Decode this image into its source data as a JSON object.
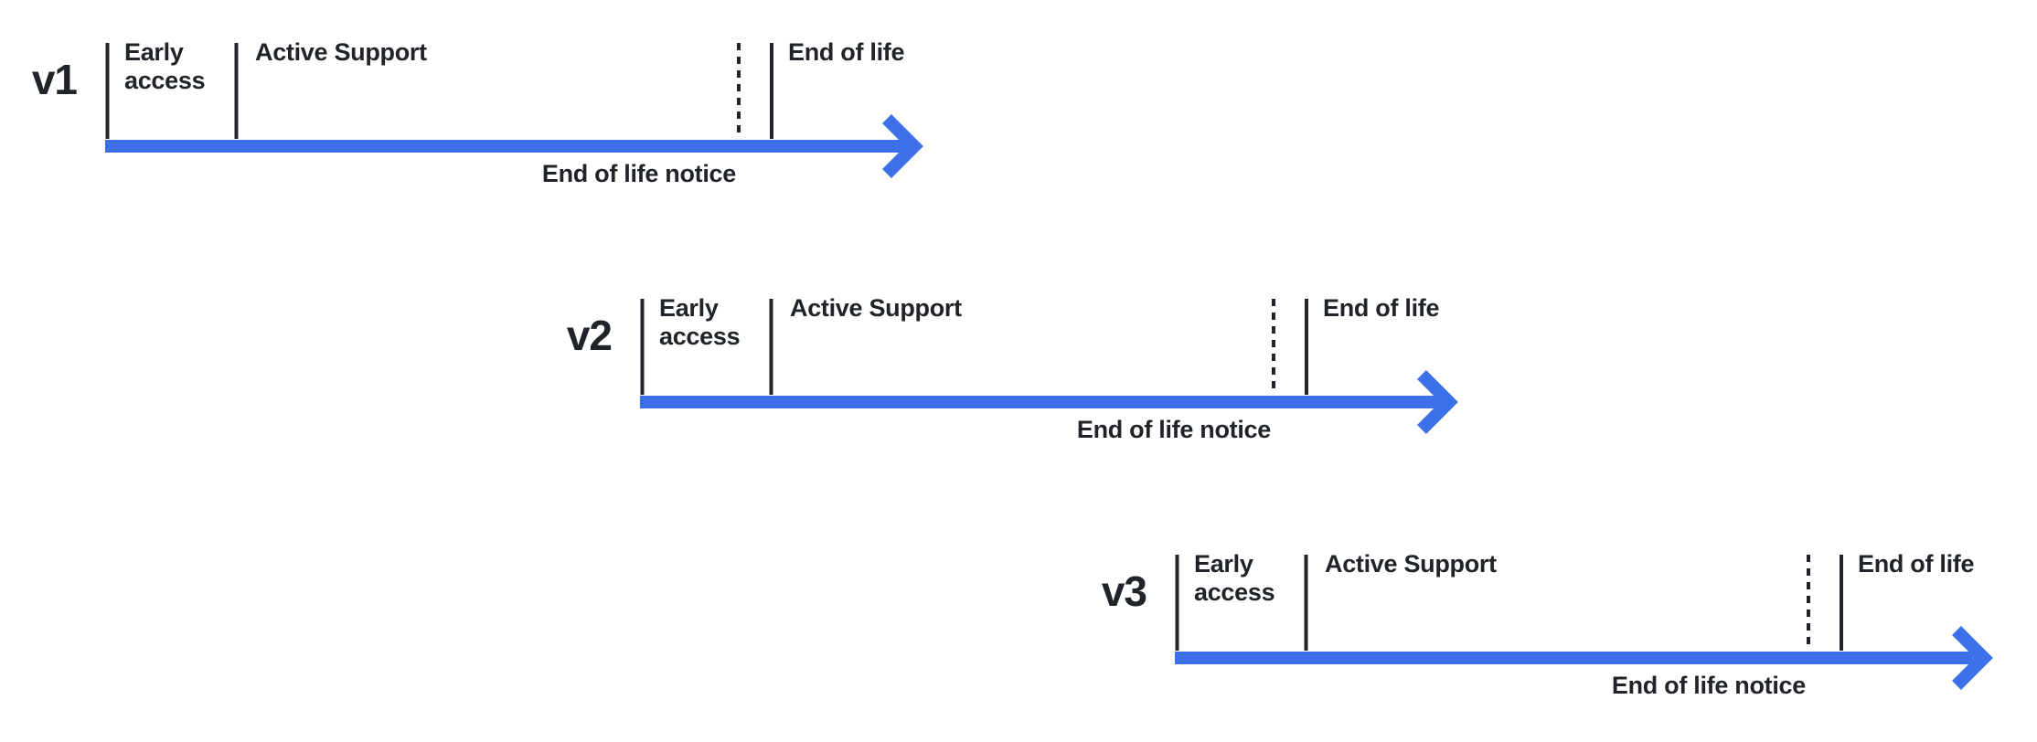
{
  "colors": {
    "accent": "#3D6FE8",
    "ink": "#20242A",
    "background": "#FFFFFF"
  },
  "timelines": [
    {
      "version": "v1",
      "early_access_label": "Early access",
      "active_support_label": "Active Support",
      "end_of_life_label": "End of life",
      "end_of_life_notice_label": "End of life notice"
    },
    {
      "version": "v2",
      "early_access_label": "Early access",
      "active_support_label": "Active Support",
      "end_of_life_label": "End of life",
      "end_of_life_notice_label": "End of life notice"
    },
    {
      "version": "v3",
      "early_access_label": "Early access",
      "active_support_label": "Active Support",
      "end_of_life_label": "End of life",
      "end_of_life_notice_label": "End of life notice"
    }
  ]
}
